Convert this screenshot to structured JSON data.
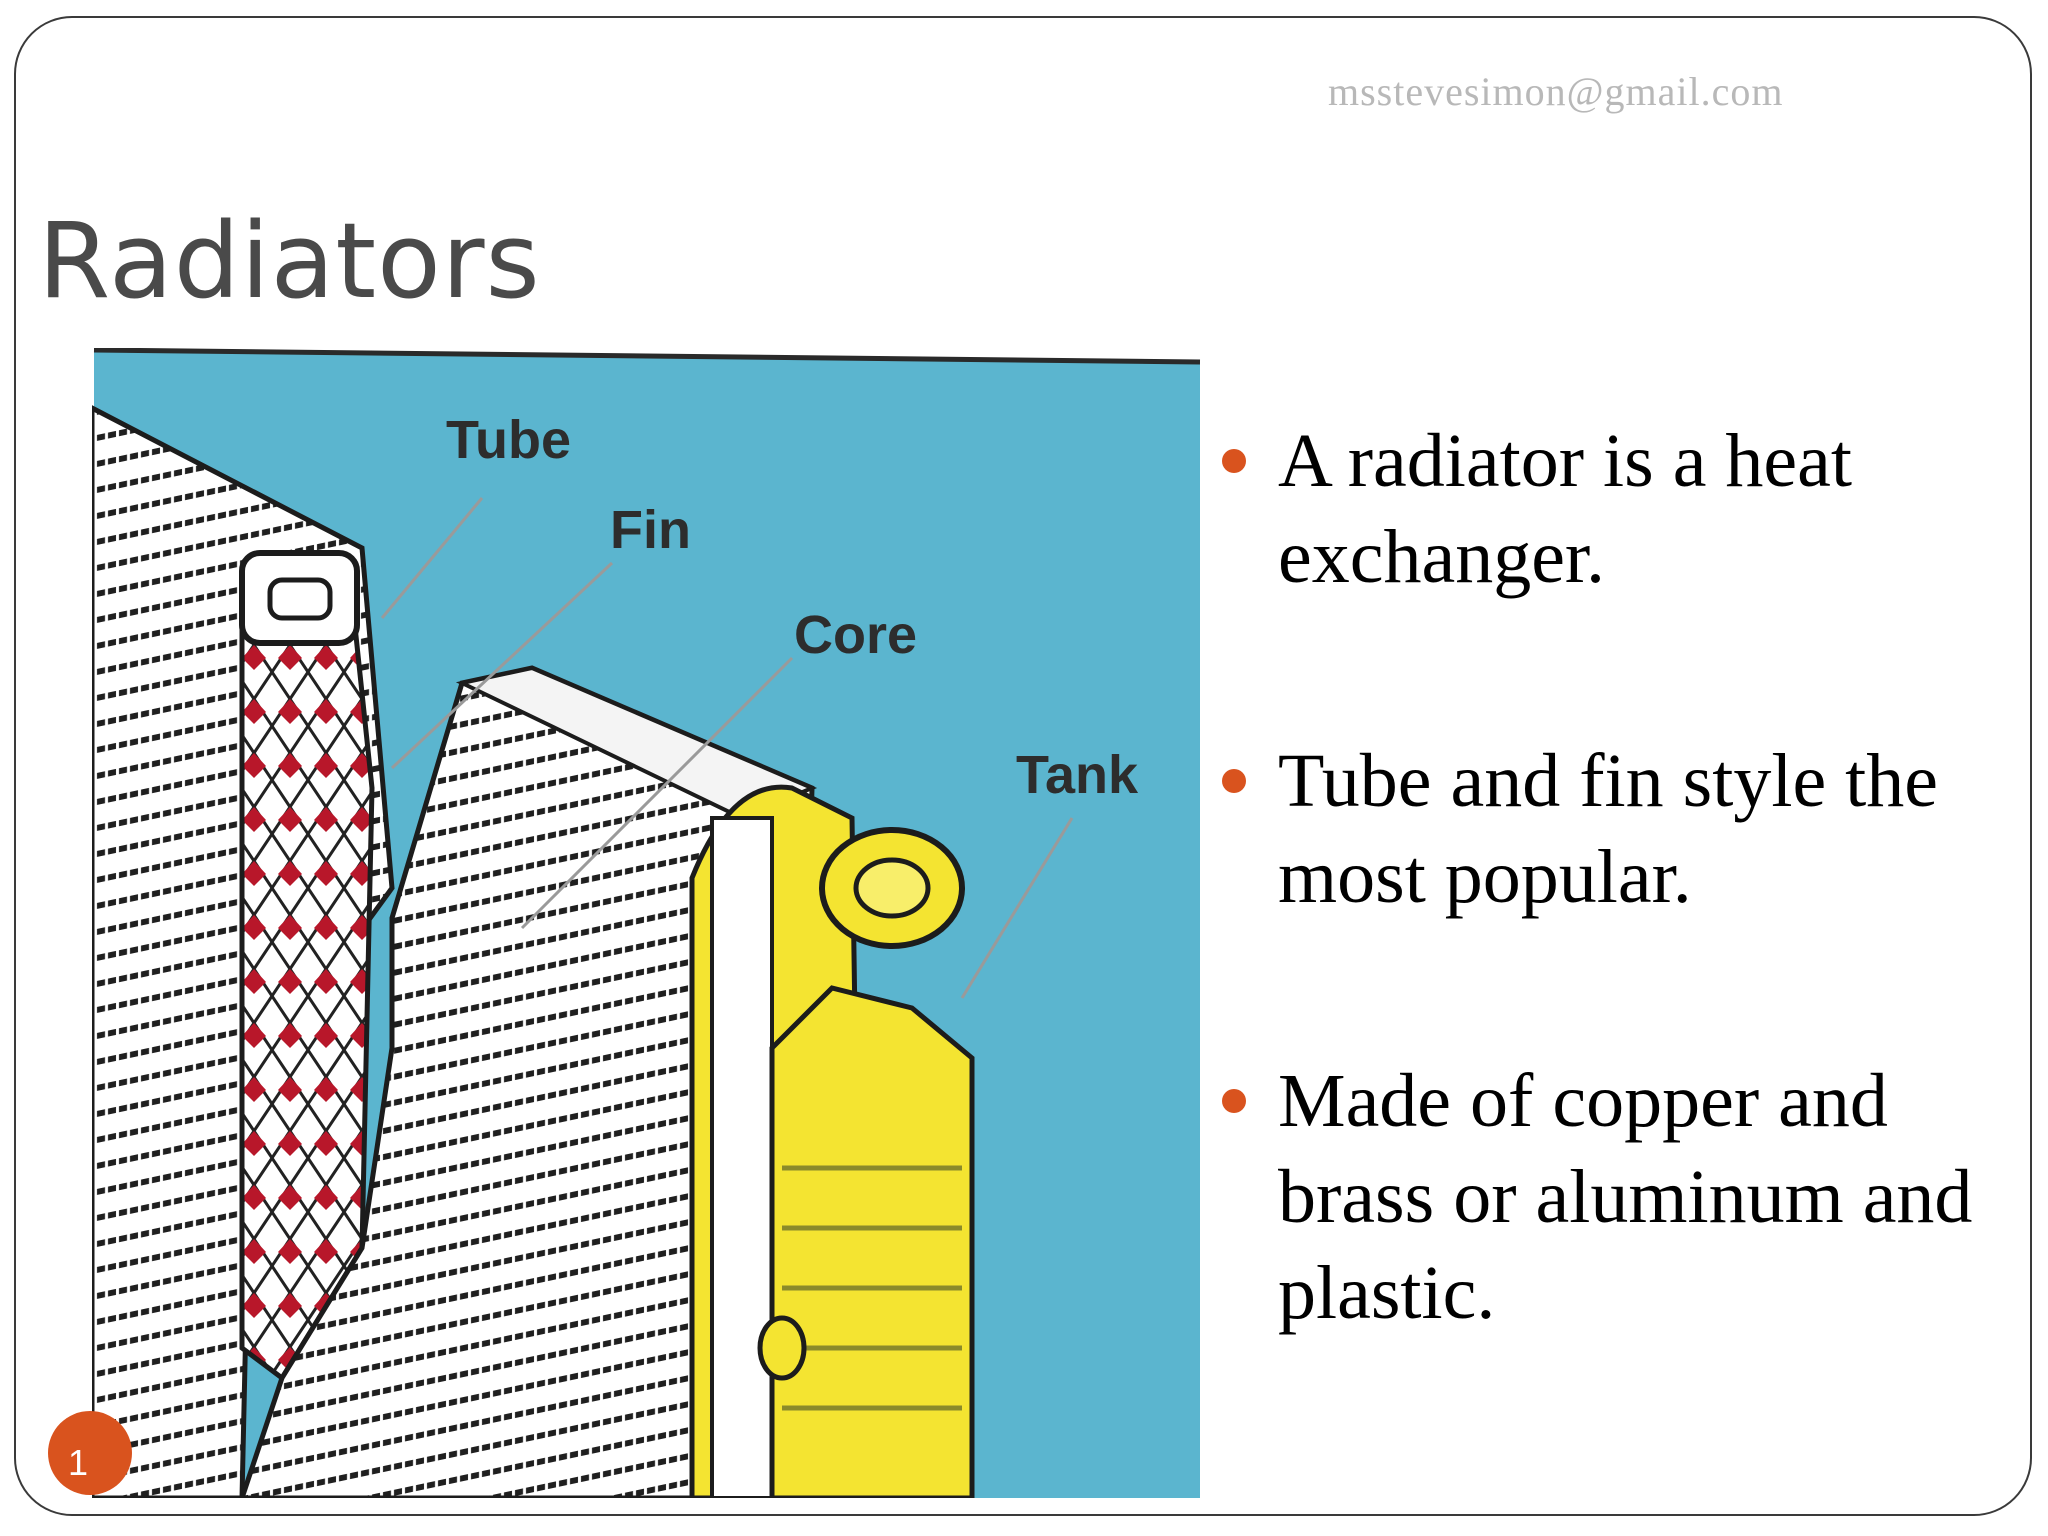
{
  "header": {
    "email": "msstevesimon@gmail.com"
  },
  "slide": {
    "title": "Radiators",
    "page_number": "1"
  },
  "figure": {
    "labels": {
      "tube": "Tube",
      "fin": "Fin",
      "core": "Core",
      "tank": "Tank"
    },
    "colors": {
      "background": "#5bb5cf",
      "tank": "#f4e431",
      "fin_red": "#b8172a"
    }
  },
  "bullets": [
    "A radiator is a heat exchanger.",
    "Tube and fin style the most popular.",
    "Made of copper and brass or aluminum and plastic."
  ],
  "accent_color": "#d9531e"
}
